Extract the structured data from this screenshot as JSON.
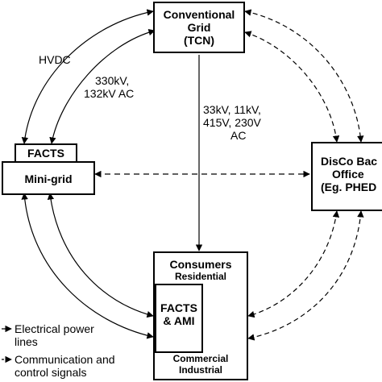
{
  "nodes": {
    "conventional_grid": {
      "line1": "Conventional",
      "line2": "Grid",
      "line3": "(TCN)"
    },
    "facts_top": {
      "label": "FACTS"
    },
    "mini_grid": {
      "label": "Mini-grid"
    },
    "disco": {
      "line1": "DisCo Bac",
      "line2": "Office",
      "line3": "(Eg. PHED"
    },
    "consumers": {
      "title": "Consumers",
      "residential": "Residential",
      "facts_ami_1": "FACTS",
      "facts_ami_2": "& AMI",
      "commercial": "Commercial",
      "industrial": "Industrial"
    }
  },
  "edge_labels": {
    "hvdc": "HVDC",
    "high_voltage_1": "330kV,",
    "high_voltage_2": "132kV AC",
    "distribution_1": "33kV, 11kV,",
    "distribution_2": "415V, 230V",
    "distribution_3": "AC"
  },
  "legend": {
    "power_1": "Electrical power",
    "power_2": "lines",
    "comm_1": "Communication and",
    "comm_2": "control signals"
  }
}
